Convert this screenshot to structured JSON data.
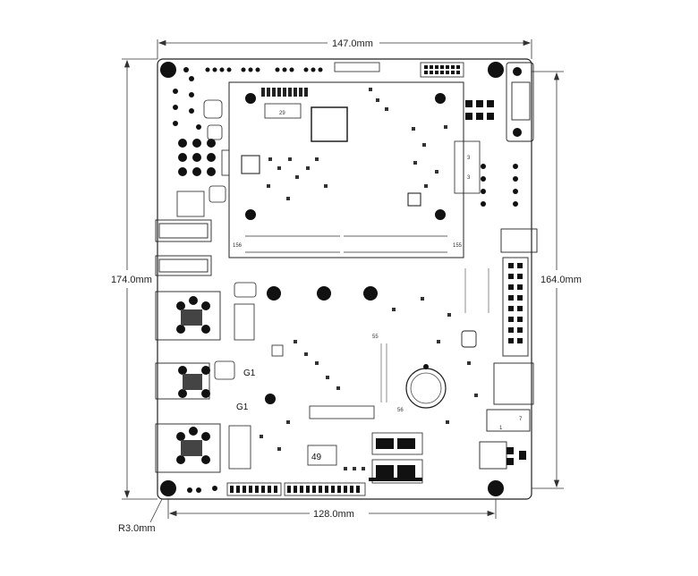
{
  "dimensions": {
    "top_width": "147.0mm",
    "left_height": "174.0mm",
    "right_height": "164.0mm",
    "bottom_hole_spacing": "128.0mm",
    "corner_radius": "R3.0mm"
  },
  "board_marks": {
    "g1_upper": "G1",
    "g1_lower": "G1",
    "label_49": "49",
    "label_29": "29",
    "label_55": "55",
    "label_56": "56",
    "label_3a": "3",
    "label_3b": "3",
    "label_7": "7",
    "label_156": "156",
    "label_155": "155",
    "label_1": "1"
  }
}
